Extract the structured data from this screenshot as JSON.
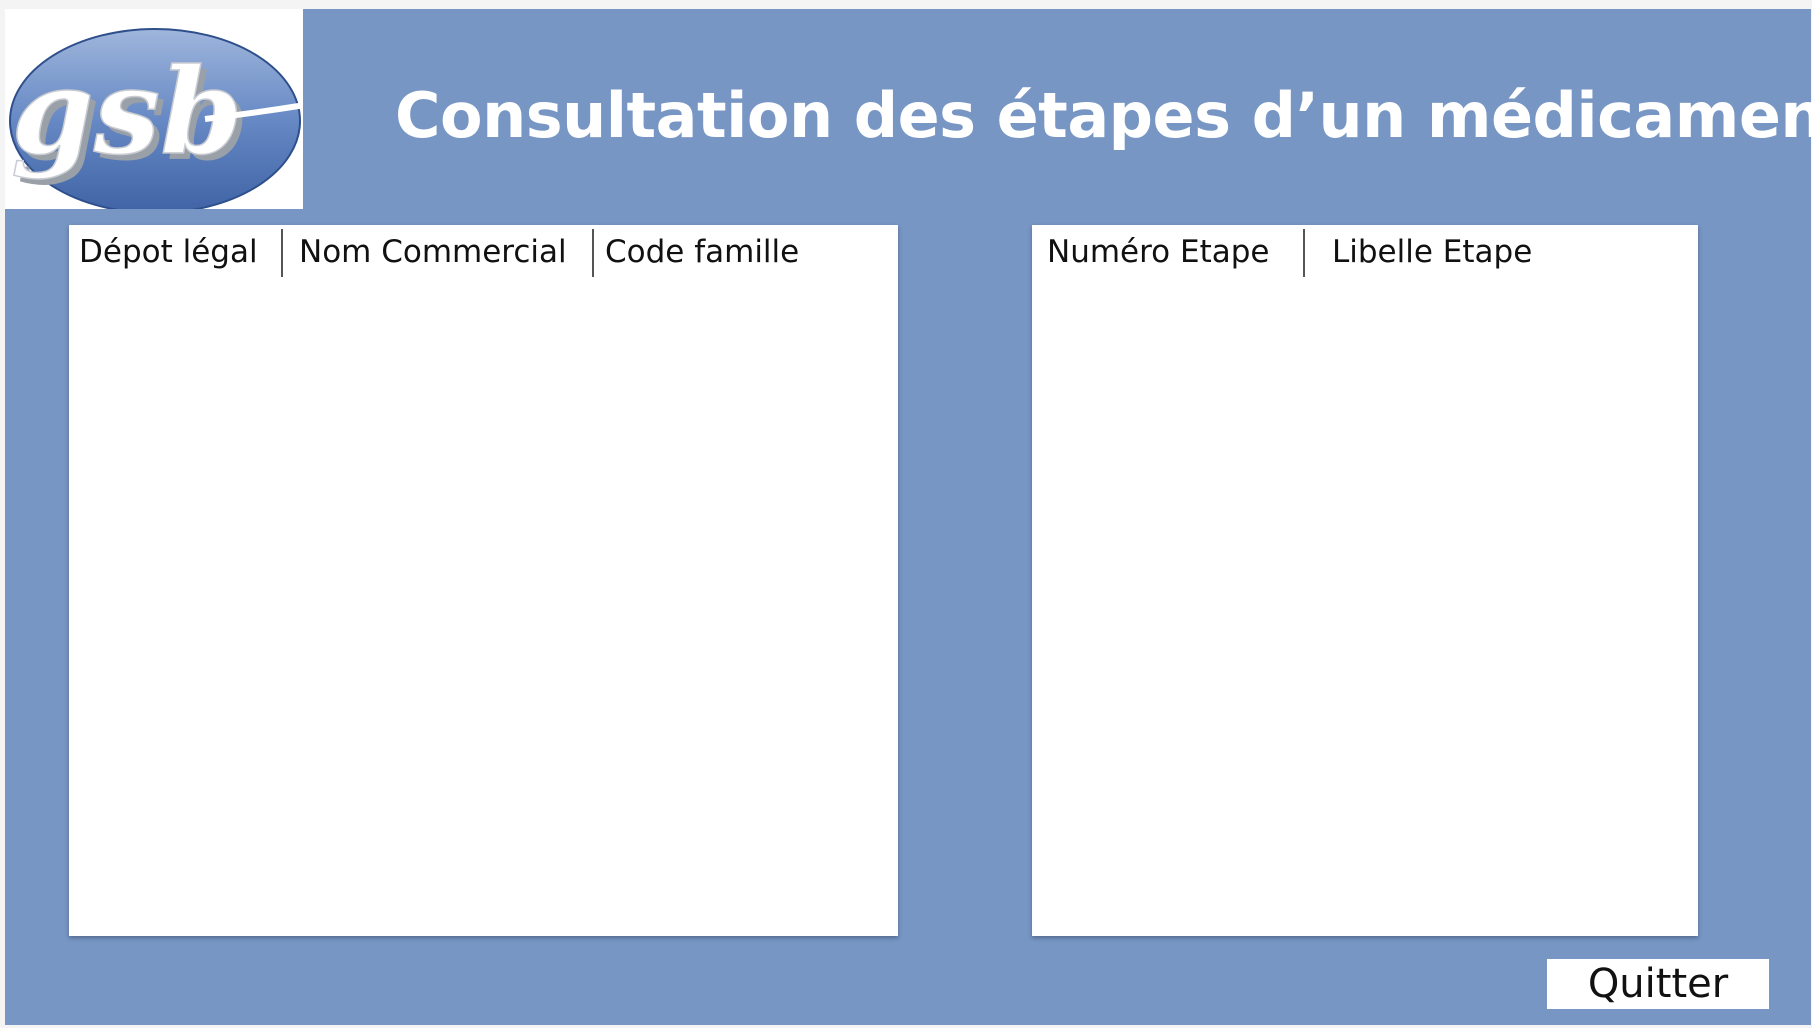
{
  "window": {
    "title": "Consultation des étapes d’un médicament"
  },
  "logo": {
    "text": "gsb",
    "icon": "gsb-logo-icon"
  },
  "medicaments_list": {
    "columns": [
      "Dépot légal",
      "Nom Commercial",
      "Code famille"
    ],
    "rows": []
  },
  "etapes_list": {
    "columns": [
      "Numéro Etape",
      "Libelle Etape"
    ],
    "rows": []
  },
  "buttons": {
    "quit_label": "Quitter"
  },
  "colors": {
    "background": "#7796c3",
    "panel": "#ffffff",
    "title_text": "#ffffff",
    "logo_ellipse": "#5b80be"
  }
}
